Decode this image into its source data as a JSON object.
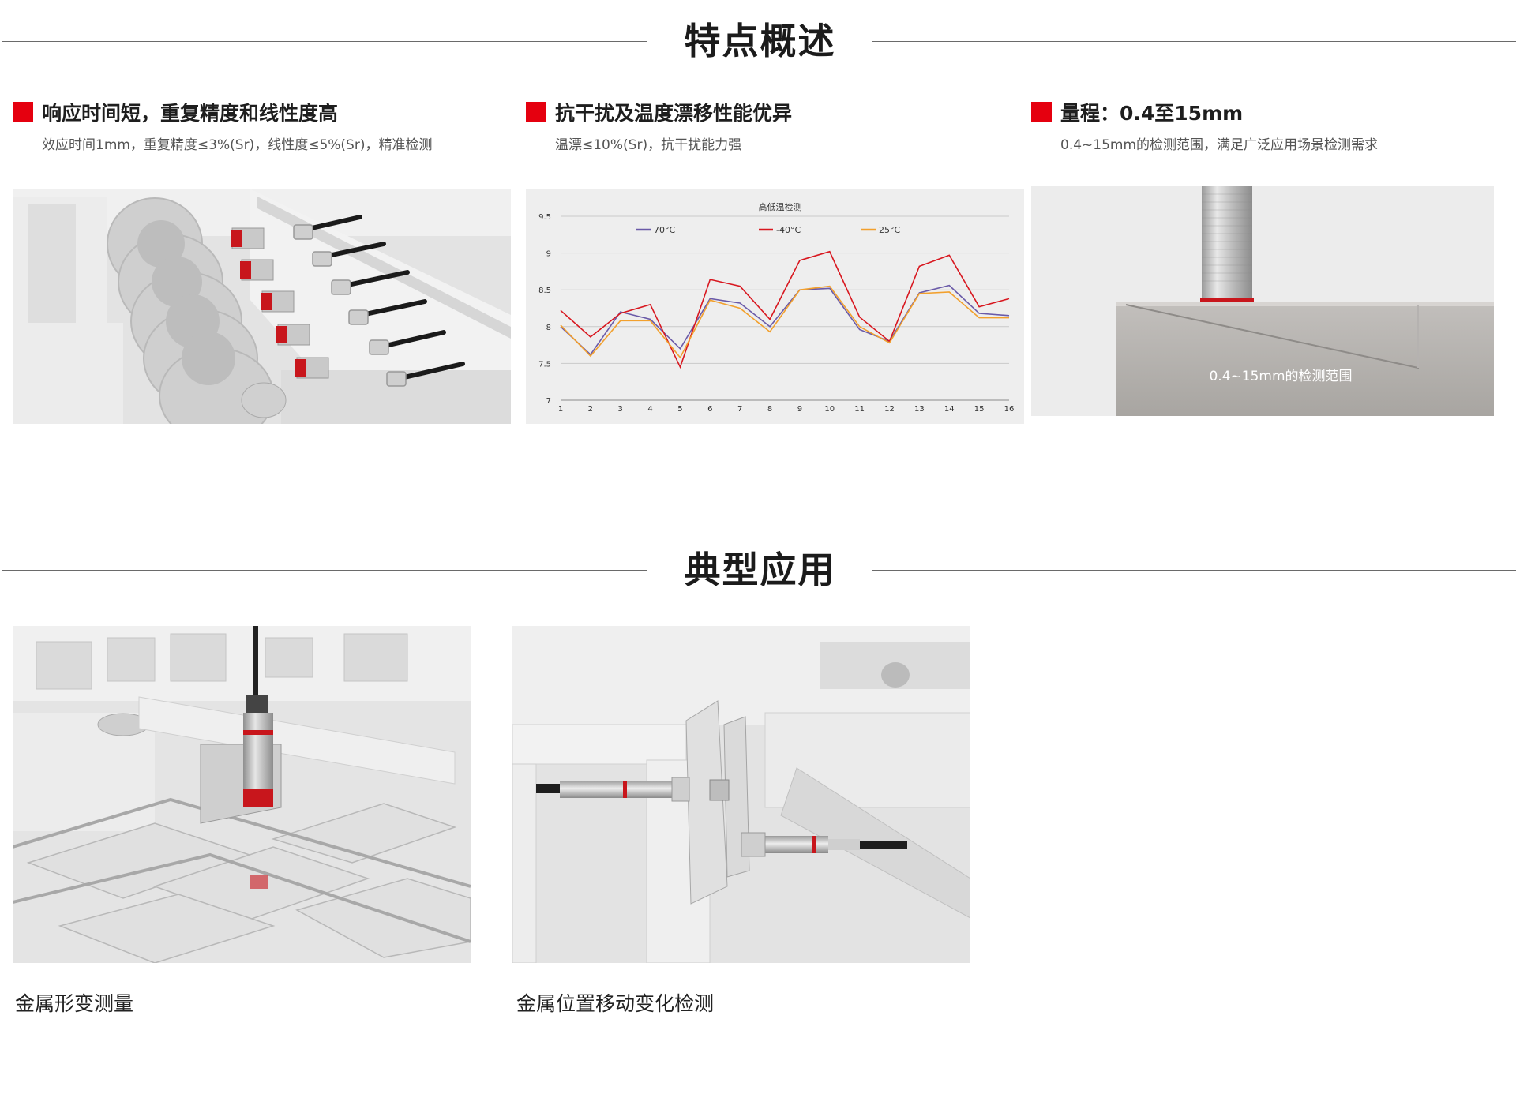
{
  "sections": {
    "features_title": "特点概述",
    "applications_title": "典型应用"
  },
  "features": [
    {
      "title": "响应时间短，重复精度和线性度高",
      "desc": "效应时间1mm，重复精度≤3%(Sr)，线性度≤5%(Sr)，精准检测"
    },
    {
      "title": "抗干扰及温度漂移性能优异",
      "desc": "温漂≤10%(Sr)，抗干扰能力强"
    },
    {
      "title": "量程：0.4至15mm",
      "desc": "0.4~15mm的检测范围，满足广泛应用场景检测需求"
    }
  ],
  "range_panel_label": "0.4~15mm的检测范围",
  "applications": [
    {
      "caption": "金属形变测量"
    },
    {
      "caption": "金属位置移动变化检测"
    }
  ],
  "colors": {
    "accent": "#e5000f",
    "panel_bg": "#eeeeee",
    "steel_block": "#b4b1ad"
  },
  "chart_data": {
    "type": "line",
    "title": "高低温检测",
    "x": [
      1,
      2,
      3,
      4,
      5,
      6,
      7,
      8,
      9,
      10,
      11,
      12,
      13,
      14,
      15,
      16
    ],
    "ylim": [
      7,
      9.5
    ],
    "yticks": [
      "7",
      "7.5",
      "8",
      "8.5",
      "9",
      "9.5"
    ],
    "grid": true,
    "legend_position": "top",
    "series": [
      {
        "name": "70°C",
        "color": "#6a5aa8",
        "values": [
          8.0,
          7.62,
          8.2,
          8.1,
          7.7,
          8.38,
          8.32,
          8.0,
          8.5,
          8.52,
          7.96,
          7.8,
          8.46,
          8.56,
          8.18,
          8.15
        ]
      },
      {
        "name": "-40°C",
        "color": "#d8171f",
        "values": [
          8.22,
          7.86,
          8.18,
          8.3,
          7.45,
          8.64,
          8.55,
          8.1,
          8.9,
          9.02,
          8.13,
          7.8,
          8.82,
          8.97,
          8.27,
          8.38
        ]
      },
      {
        "name": "25°C",
        "color": "#f2a02d",
        "values": [
          8.02,
          7.6,
          8.08,
          8.08,
          7.58,
          8.36,
          8.25,
          7.93,
          8.5,
          8.55,
          8.0,
          7.78,
          8.45,
          8.47,
          8.12,
          8.12
        ]
      }
    ]
  }
}
